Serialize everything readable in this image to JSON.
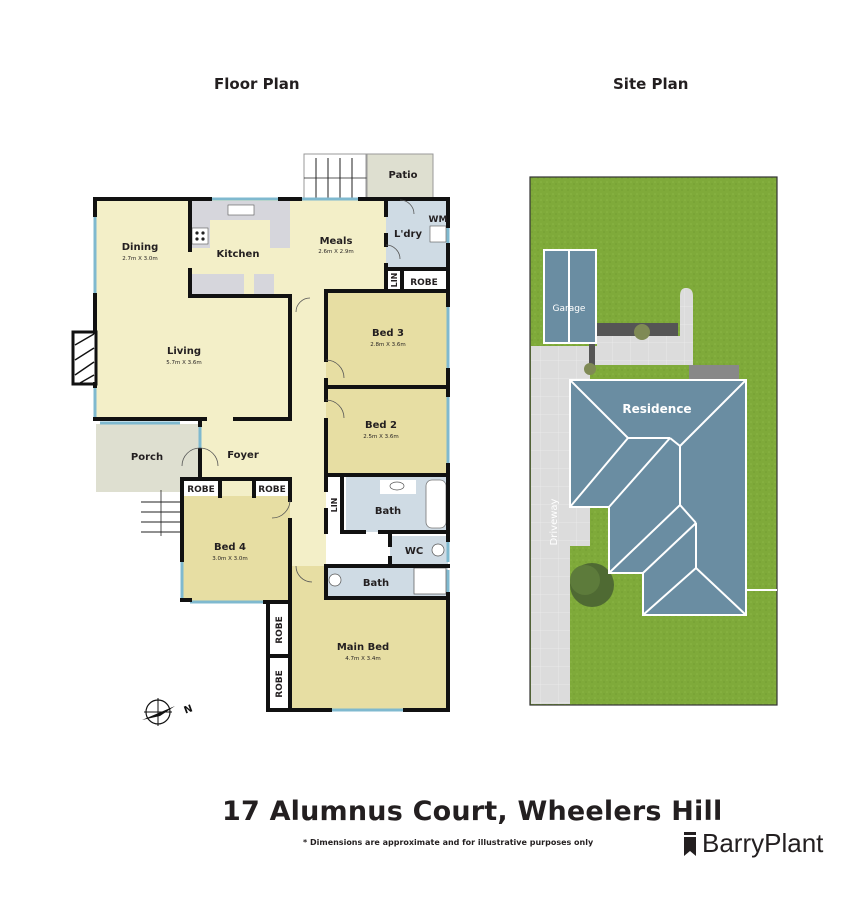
{
  "headings": {
    "floor_plan": "Floor Plan",
    "site_plan": "Site Plan"
  },
  "colors": {
    "living_fill": "#f3efc8",
    "bed_fill": "#e7dea3",
    "wet_fill": "#cfdbe4",
    "kitchen_bench": "#d6d6dc",
    "outdoor_fill": "#dedfd0",
    "wall": "#111111",
    "window": "#7fb9cf",
    "grass": "#7faa3a",
    "roof": "#6a8da2",
    "paving": "#d9d9d9"
  },
  "floor_plan": {
    "rooms": [
      {
        "name": "Dining",
        "dims": "2.7m X 3.0m"
      },
      {
        "name": "Kitchen",
        "dims": ""
      },
      {
        "name": "Meals",
        "dims": "2.6m X 2.9m"
      },
      {
        "name": "L'dry",
        "dims": ""
      },
      {
        "name": "Patio",
        "dims": ""
      },
      {
        "name": "Living",
        "dims": "5.7m X 3.6m"
      },
      {
        "name": "Bed 3",
        "dims": "2.8m X 3.6m"
      },
      {
        "name": "Bed 2",
        "dims": "2.5m X 3.6m"
      },
      {
        "name": "Porch",
        "dims": ""
      },
      {
        "name": "Foyer",
        "dims": ""
      },
      {
        "name": "Bed 4",
        "dims": "3.0m X 3.0m"
      },
      {
        "name": "Bath",
        "dims": ""
      },
      {
        "name": "WC",
        "dims": ""
      },
      {
        "name": "Bath",
        "dims": ""
      },
      {
        "name": "Main Bed",
        "dims": "4.7m X 3.4m"
      }
    ],
    "labels": {
      "wm": "WM",
      "lin": "LIN",
      "robe": "ROBE",
      "north": "N"
    }
  },
  "site_plan": {
    "labels": {
      "garage": "Garage",
      "residence": "Residence",
      "driveway": "Driveway"
    }
  },
  "footer": {
    "address": "17 Alumnus Court, Wheelers Hill",
    "disclaimer": "* Dimensions are approximate and for illustrative purposes only",
    "brand": "BarryPlant"
  }
}
